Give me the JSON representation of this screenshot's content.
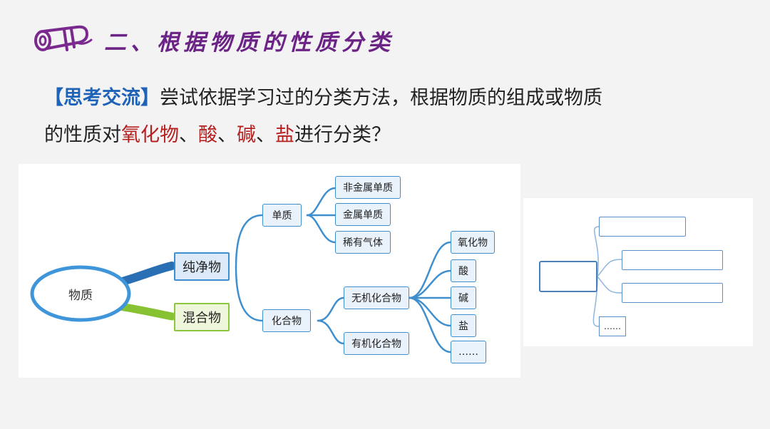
{
  "header": {
    "title": "二、根据物质的性质分类",
    "icon": "scroll-icon"
  },
  "question": {
    "tag": "【思考交流】",
    "line1": "尝试依据学习过的分类方法，根据物质的组成或物质",
    "line2_prefix": "的性质对",
    "red_oxide": "氧化物",
    "sep1": "、",
    "red_acid": "酸",
    "sep2": "、",
    "red_base": "碱",
    "sep3": "、",
    "red_salt": "盐",
    "line2_suffix": "进行分类？"
  },
  "mindmap": {
    "root": "物质",
    "pure": "纯净物",
    "mixture": "混合物",
    "element": "单质",
    "compound": "化合物",
    "nonmetal_element": "非金属单质",
    "metal_element": "金属单质",
    "noble_gas": "稀有气体",
    "inorganic": "无机化合物",
    "organic": "有机化合物",
    "oxide": "氧化物",
    "acid": "酸",
    "base": "碱",
    "salt": "盐",
    "etc": "……"
  },
  "template_diagram": {
    "etc": "……"
  },
  "colors": {
    "title": "#6b2485",
    "tag": "#1f63b8",
    "highlight": "#b52020",
    "branch": "#3f8fcf",
    "mixture_branch": "#8dc63f"
  }
}
